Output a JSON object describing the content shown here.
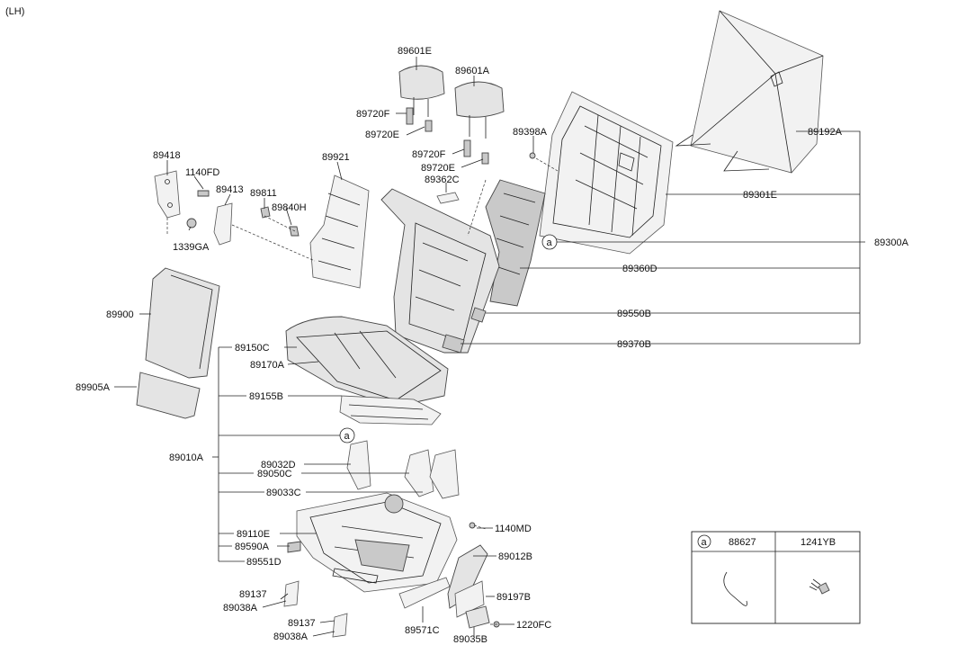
{
  "header": {
    "side_label": "(LH)"
  },
  "labels": {
    "p89601E": "89601E",
    "p89601A": "89601A",
    "p89720F_1": "89720F",
    "p89720E_1": "89720E",
    "p89720F_2": "89720F",
    "p89720E_2": "89720E",
    "p89398A": "89398A",
    "p89362C": "89362C",
    "p89192A": "89192A",
    "p89301E": "89301E",
    "p89300A": "89300A",
    "p89360D": "89360D",
    "p89550B": "89550B",
    "p89370B": "89370B",
    "p89418": "89418",
    "p1140FD": "1140FD",
    "p89413": "89413",
    "p89811": "89811",
    "p89840H": "89840H",
    "p89921": "89921",
    "p1339GA": "1339GA",
    "p89900": "89900",
    "p89905A": "89905A",
    "p89150C": "89150C",
    "p89170A": "89170A",
    "p89155B": "89155B",
    "p89010A": "89010A",
    "p89032D": "89032D",
    "p89050C": "89050C",
    "p89033C": "89033C",
    "p89110E": "89110E",
    "p89590A": "89590A",
    "p89551D": "89551D",
    "p1140MD": "1140MD",
    "p89012B": "89012B",
    "p89137_1": "89137",
    "p89038A_1": "89038A",
    "p89137_2": "89137",
    "p89038A_2": "89038A",
    "p89197B": "89197B",
    "p1220FC": "1220FC",
    "p89571C": "89571C",
    "p89035B": "89035B",
    "callout_a": "a"
  },
  "legend": {
    "circle_letter": "a",
    "col1_code": "88627",
    "col2_code": "1241YB"
  }
}
